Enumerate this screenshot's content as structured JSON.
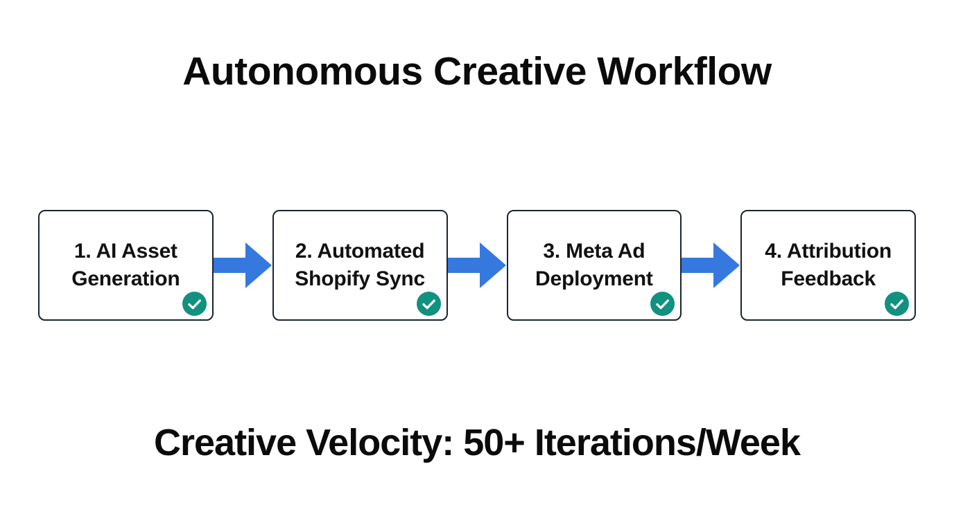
{
  "title": "Autonomous Creative Workflow",
  "workflow": {
    "steps": [
      {
        "label": "1. AI Asset Generation",
        "status_icon": "check-circle"
      },
      {
        "label": "2. Automated Shopify Sync",
        "status_icon": "check-circle"
      },
      {
        "label": "3. Meta Ad Deployment",
        "status_icon": "check-circle"
      },
      {
        "label": "4. Attribution Feedback",
        "status_icon": "check-circle"
      }
    ]
  },
  "footer": {
    "headline": "Creative Velocity: 50+ Iterations/Week"
  },
  "colors": {
    "arrow_blue": "#3579DF",
    "check_teal": "#11917F",
    "box_border": "#1A2430",
    "text_black": "#0B0B0B",
    "background": "#FFFFFF"
  }
}
